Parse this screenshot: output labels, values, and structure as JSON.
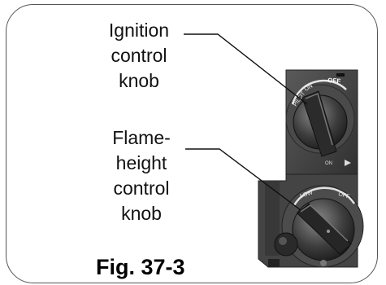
{
  "labels": {
    "ignition_line1": "Ignition",
    "ignition_line2": "control",
    "ignition_line3": "knob",
    "flame_line1": "Flame-",
    "flame_line2": "height",
    "flame_line3": "control",
    "flame_line4": "knob"
  },
  "knob_text": {
    "pilot": "PILOT",
    "on": "ON",
    "off": "OFF",
    "on_bottom": "ON",
    "low": "LOW",
    "off2": "OFF"
  },
  "caption": "Fig. 37-3"
}
